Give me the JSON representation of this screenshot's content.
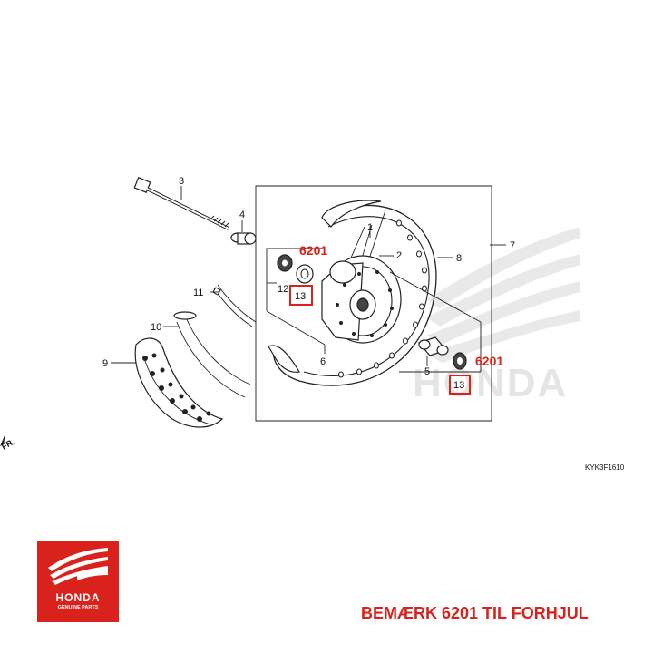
{
  "diagram": {
    "callouts": {
      "c1": "1",
      "c2": "2",
      "c3": "3",
      "c4": "4",
      "c5": "5",
      "c6": "6",
      "c7": "7",
      "c8": "8",
      "c9": "9",
      "c10": "10",
      "c11": "11",
      "c12": "12"
    },
    "bearing_label_left": "13",
    "bearing_label_right": "13",
    "bearing_part_left": "6201",
    "bearing_part_right": "6201",
    "diagram_code": "KYK3F1610",
    "front_marker": "FR.",
    "watermark_text": "HONDA"
  },
  "logo": {
    "brand": "HONDA",
    "subtitle": "GENUINE PARTS"
  },
  "note": "BEMÆRK 6201 TIL FORHJUL",
  "colors": {
    "highlight_red": "#d9221c",
    "line": "#222222"
  }
}
